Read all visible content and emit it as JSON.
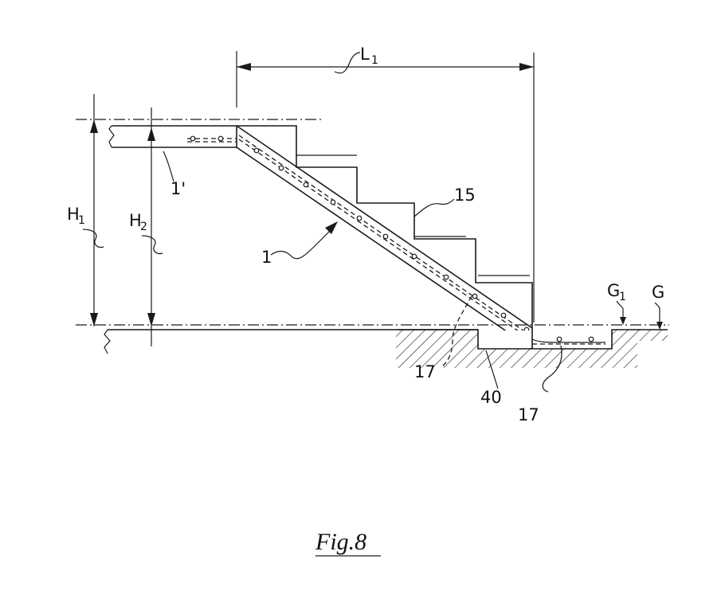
{
  "figure": {
    "caption": "Fig.8",
    "labels": {
      "L": "L",
      "L_sub": "1",
      "H1": "H",
      "H1_sub": "1",
      "H2": "H",
      "H2_sub": "2",
      "G1": "G",
      "G1_sub": "1",
      "G": "G",
      "one": "1",
      "one_prime": "1'",
      "fifteen": "15",
      "seventeen_a": "17",
      "seventeen_b": "17",
      "forty": "40"
    }
  }
}
